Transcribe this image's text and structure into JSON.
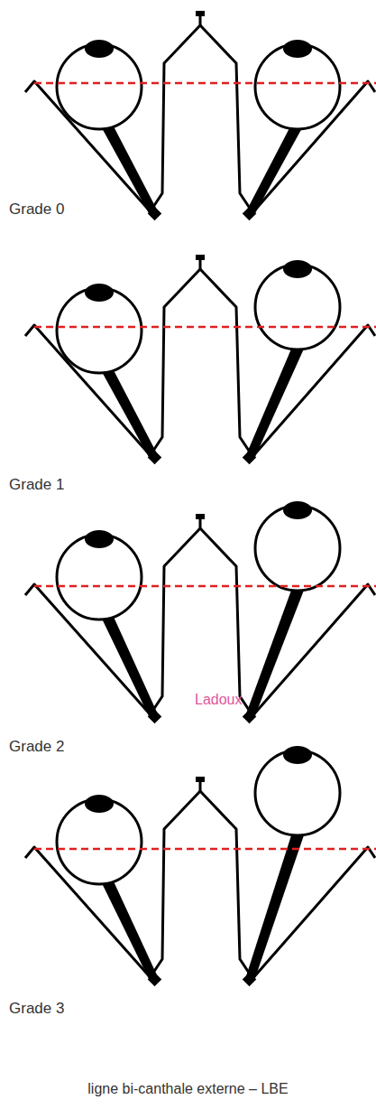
{
  "diagram": {
    "caption": "ligne bi-canthale externe – LBE",
    "labels": [
      "Grade 0",
      "Grade 1",
      "Ladoux",
      "Grade 2",
      "Grade 3"
    ]
  }
}
